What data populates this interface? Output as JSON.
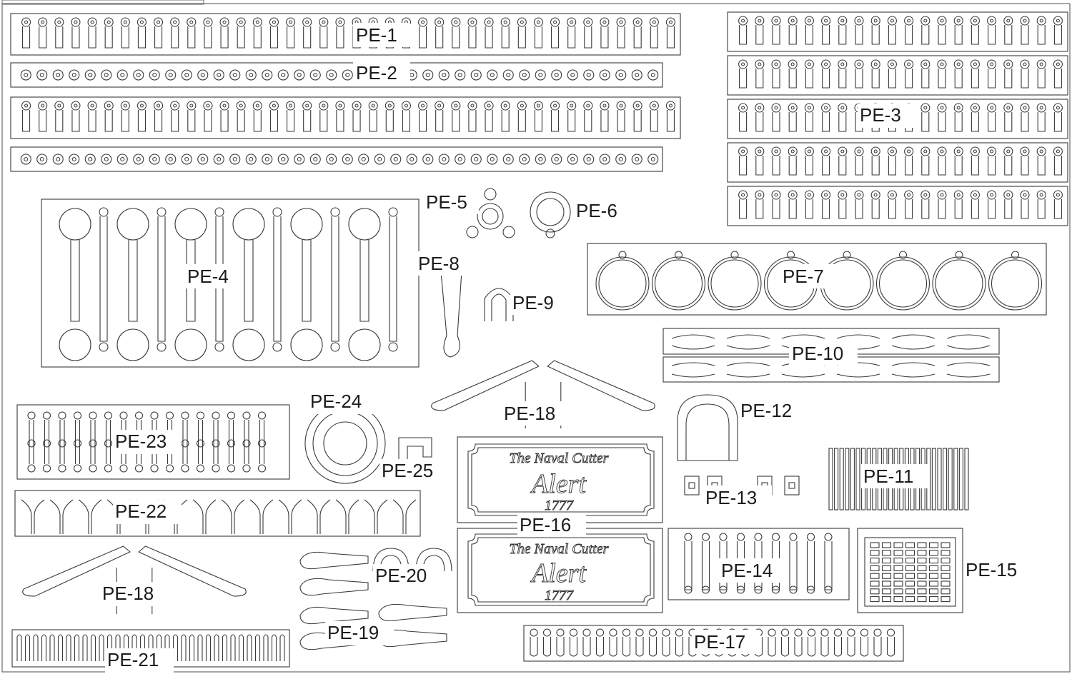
{
  "sheet": {
    "border_color": "#3a3a3a",
    "label_color": "#1c1c1c"
  },
  "labels": {
    "pe1": "PE-1",
    "pe2": "PE-2",
    "pe3": "PE-3",
    "pe4": "PE-4",
    "pe5": "PE-5",
    "pe6": "PE-6",
    "pe7": "PE-7",
    "pe8": "PE-8",
    "pe9": "PE-9",
    "pe10": "PE-10",
    "pe11": "PE-11",
    "pe12": "PE-12",
    "pe13": "PE-13",
    "pe14": "PE-14",
    "pe15": "PE-15",
    "pe16": "PE-16",
    "pe17": "PE-17",
    "pe18a": "PE-18",
    "pe18b": "PE-18",
    "pe19": "PE-19",
    "pe20": "PE-20",
    "pe21": "PE-21",
    "pe22": "PE-22",
    "pe23": "PE-23",
    "pe24": "PE-24",
    "pe25": "PE-25"
  },
  "plaques": [
    {
      "line1": "The Naval Cutter",
      "line2": "Alert",
      "line3": "1777"
    },
    {
      "line1": "The Naval Cutter",
      "line2": "Alert",
      "line3": "1777"
    }
  ]
}
